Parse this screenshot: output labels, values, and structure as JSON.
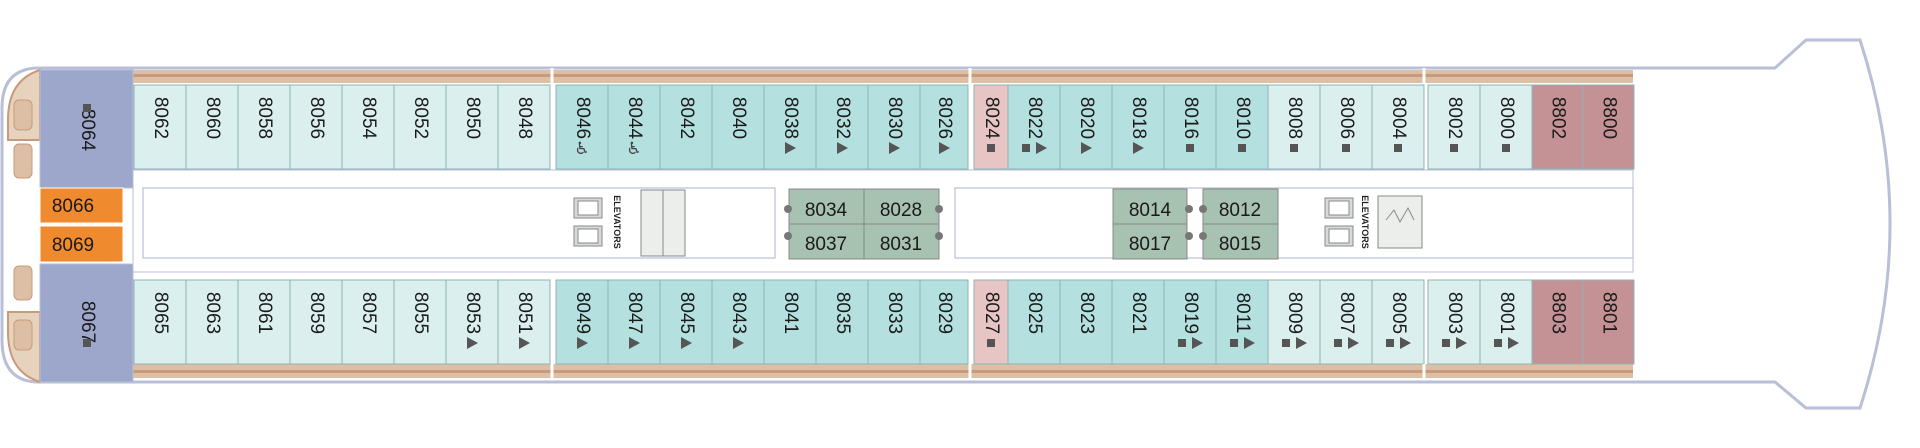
{
  "colors": {
    "hull": "#b9bfd7",
    "deck": "#c79b79",
    "deck_light": "#dcbfa4",
    "aft_block": "#9da7cc",
    "orange": "#f08a2e",
    "cabin_light": "#dcefef",
    "cabin_teal": "#b4e0e0",
    "cabin_pink": "#e7c5c5",
    "cabin_rose": "#c49194",
    "cabin_sage": "#a8c2b2"
  },
  "aft": {
    "upper": "8064",
    "lower": "8067",
    "orange_top": "8066",
    "orange_bottom": "8069"
  },
  "elevators_label": "ELEVATORS",
  "top_row": [
    {
      "num": "8062",
      "color": "light",
      "icon": "none"
    },
    {
      "num": "8060",
      "color": "light",
      "icon": "none"
    },
    {
      "num": "8058",
      "color": "light",
      "icon": "none"
    },
    {
      "num": "8056",
      "color": "light",
      "icon": "none"
    },
    {
      "num": "8054",
      "color": "light",
      "icon": "none"
    },
    {
      "num": "8052",
      "color": "light",
      "icon": "none"
    },
    {
      "num": "8050",
      "color": "light",
      "icon": "none"
    },
    {
      "num": "8048",
      "color": "light",
      "icon": "none"
    },
    {
      "num": "8046",
      "color": "teal",
      "icon": "wheelchair"
    },
    {
      "num": "8044",
      "color": "teal",
      "icon": "wheelchair"
    },
    {
      "num": "8042",
      "color": "teal",
      "icon": "none"
    },
    {
      "num": "8040",
      "color": "teal",
      "icon": "none"
    },
    {
      "num": "8038",
      "color": "teal",
      "icon": "triangle"
    },
    {
      "num": "8032",
      "color": "teal",
      "icon": "triangle"
    },
    {
      "num": "8030",
      "color": "teal",
      "icon": "triangle"
    },
    {
      "num": "8026",
      "color": "teal",
      "icon": "triangle"
    },
    {
      "num": "8024",
      "color": "pink",
      "icon": "square"
    },
    {
      "num": "8022",
      "color": "teal",
      "icon": "square-triangle"
    },
    {
      "num": "8020",
      "color": "teal",
      "icon": "triangle"
    },
    {
      "num": "8018",
      "color": "teal",
      "icon": "triangle"
    },
    {
      "num": "8016",
      "color": "teal",
      "icon": "square"
    },
    {
      "num": "8010",
      "color": "teal",
      "icon": "square"
    },
    {
      "num": "8008",
      "color": "light",
      "icon": "square"
    },
    {
      "num": "8006",
      "color": "light",
      "icon": "square"
    },
    {
      "num": "8004",
      "color": "light",
      "icon": "square"
    },
    {
      "num": "8002",
      "color": "light",
      "icon": "square"
    },
    {
      "num": "8000",
      "color": "light",
      "icon": "square"
    },
    {
      "num": "8802",
      "color": "rose",
      "icon": "none"
    },
    {
      "num": "8800",
      "color": "rose",
      "icon": "none"
    }
  ],
  "bottom_row": [
    {
      "num": "8065",
      "color": "light",
      "icon": "none"
    },
    {
      "num": "8063",
      "color": "light",
      "icon": "none"
    },
    {
      "num": "8061",
      "color": "light",
      "icon": "none"
    },
    {
      "num": "8059",
      "color": "light",
      "icon": "none"
    },
    {
      "num": "8057",
      "color": "light",
      "icon": "none"
    },
    {
      "num": "8055",
      "color": "light",
      "icon": "none"
    },
    {
      "num": "8053",
      "color": "light",
      "icon": "triangle"
    },
    {
      "num": "8051",
      "color": "light",
      "icon": "triangle"
    },
    {
      "num": "8049",
      "color": "teal",
      "icon": "triangle"
    },
    {
      "num": "8047",
      "color": "teal",
      "icon": "triangle"
    },
    {
      "num": "8045",
      "color": "teal",
      "icon": "triangle"
    },
    {
      "num": "8043",
      "color": "teal",
      "icon": "triangle"
    },
    {
      "num": "8041",
      "color": "teal",
      "icon": "none"
    },
    {
      "num": "8035",
      "color": "teal",
      "icon": "none"
    },
    {
      "num": "8033",
      "color": "teal",
      "icon": "none"
    },
    {
      "num": "8029",
      "color": "teal",
      "icon": "none"
    },
    {
      "num": "8027",
      "color": "pink",
      "icon": "square"
    },
    {
      "num": "8025",
      "color": "teal",
      "icon": "none"
    },
    {
      "num": "8023",
      "color": "teal",
      "icon": "none"
    },
    {
      "num": "8021",
      "color": "teal",
      "icon": "none"
    },
    {
      "num": "8019",
      "color": "teal",
      "icon": "square-triangle"
    },
    {
      "num": "8011",
      "color": "teal",
      "icon": "square-triangle"
    },
    {
      "num": "8009",
      "color": "light",
      "icon": "square-triangle"
    },
    {
      "num": "8007",
      "color": "light",
      "icon": "square-triangle"
    },
    {
      "num": "8005",
      "color": "light",
      "icon": "square-triangle"
    },
    {
      "num": "8003",
      "color": "light",
      "icon": "square-triangle"
    },
    {
      "num": "8001",
      "color": "light",
      "icon": "square-triangle"
    },
    {
      "num": "8803",
      "color": "rose",
      "icon": "none"
    },
    {
      "num": "8801",
      "color": "rose",
      "icon": "none"
    }
  ],
  "middle_left": {
    "top": [
      "8034",
      "8028"
    ],
    "bottom": [
      "8037",
      "8031"
    ]
  },
  "middle_right": {
    "top": [
      "8014",
      "8012"
    ],
    "bottom": [
      "8017",
      "8015"
    ]
  }
}
